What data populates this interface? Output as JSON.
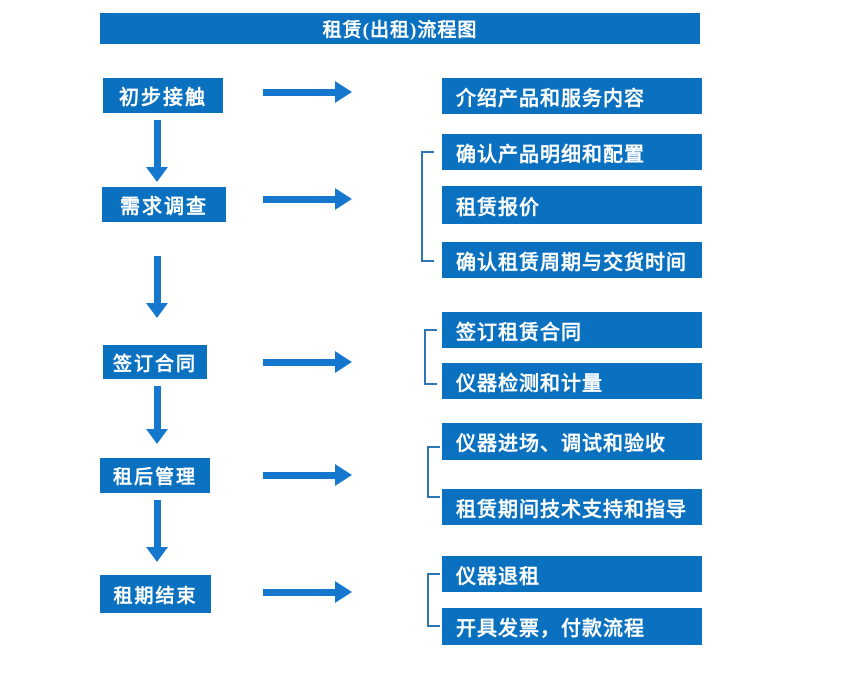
{
  "title": "租赁(出租)流程图",
  "colors": {
    "primary": "#0a70c0",
    "arrow": "#1577cd",
    "bracket": "#2e75b6",
    "text_on_primary": "#ffffff"
  },
  "flow": [
    {
      "stage": "初步接触",
      "details": [
        "介绍产品和服务内容"
      ]
    },
    {
      "stage": "需求调查",
      "details": [
        "确认产品明细和配置",
        "租赁报价",
        "确认租赁周期与交货时间"
      ]
    },
    {
      "stage": "签订合同",
      "details": [
        "签订租赁合同",
        "仪器检测和计量"
      ]
    },
    {
      "stage": "租后管理",
      "details": [
        "仪器进场、调试和验收",
        "租赁期间技术支持和指导"
      ]
    },
    {
      "stage": "租期结束",
      "details": [
        "仪器退租",
        "开具发票，付款流程"
      ]
    }
  ]
}
